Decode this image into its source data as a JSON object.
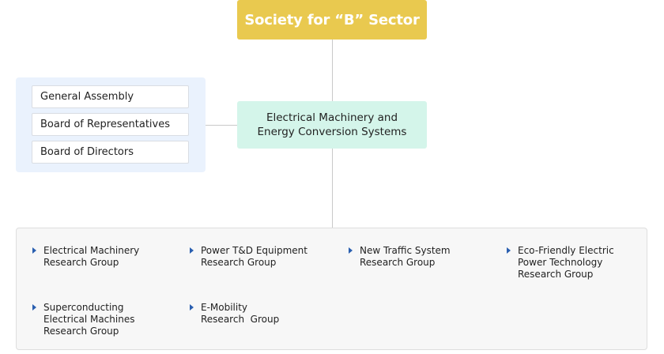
{
  "top": {
    "title": "Society for “B” Sector"
  },
  "middle": {
    "line1": "Electrical Machinery and",
    "line2": "Energy Conversion Systems"
  },
  "governance": {
    "items": [
      "General Assembly",
      "Board of Representatives",
      "Board of Directors"
    ]
  },
  "groups": [
    {
      "lines": [
        "Electrical Machinery",
        "Research Group"
      ]
    },
    {
      "lines": [
        "Power T&D Equipment",
        "Research Group"
      ]
    },
    {
      "lines": [
        "New Traffic System",
        "Research Group"
      ]
    },
    {
      "lines": [
        "Eco-Friendly Electric",
        "Power Technology",
        "Research Group"
      ]
    },
    {
      "lines": [
        "Superconducting",
        "Electrical Machines",
        "Research Group"
      ]
    },
    {
      "lines": [
        "E-Mobility",
        "Research  Group"
      ]
    }
  ],
  "colors": {
    "top_box": "#e9c94f",
    "middle_box": "#d4f5ea",
    "governance_panel": "#eaf2fd",
    "bullet": "#2a5fb0"
  },
  "icons": {
    "bullet": "triangle-right-icon"
  }
}
